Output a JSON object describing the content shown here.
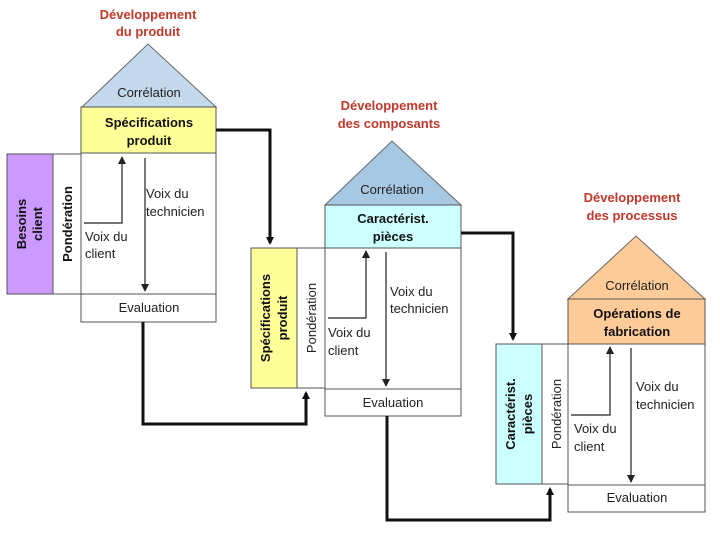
{
  "colors": {
    "roof": "#a6c8e2",
    "roof_stroke": "#5a6b78",
    "title": "#c0392b",
    "yellow": "#ffff99",
    "cyan": "#ccffff",
    "orange": "#ffcc99",
    "purple": "#cc99ff",
    "flow": "#111111"
  },
  "sections": [
    {
      "title_line1": "Développement",
      "title_line2": "du produit",
      "roof": "Corrélation",
      "header_line1": "Spécifications",
      "header_line2": "produit",
      "left_line1": "Besoins",
      "left_line2": "client",
      "left_is_bold": true,
      "weight": "Pondération",
      "weight_is_bold": true,
      "client_voice_line1": "Voix du",
      "client_voice_line2": "client",
      "tech_voice_line1": "Voix du",
      "tech_voice_line2": "technicien",
      "evaluation": "Evaluation"
    },
    {
      "title_line1": "Développement",
      "title_line2": "des composants",
      "roof": "Corrélation",
      "header_line1": "Caractérist.",
      "header_line2": "pièces",
      "left_line1": "Spécifications",
      "left_line2": "produit",
      "left_is_bold": true,
      "weight": "Pondération",
      "weight_is_bold": false,
      "client_voice_line1": "Voix du",
      "client_voice_line2": "client",
      "tech_voice_line1": "Voix du",
      "tech_voice_line2": "technicien",
      "evaluation": "Evaluation"
    },
    {
      "title_line1": "Développement",
      "title_line2": "des processus",
      "roof": "Corrélation",
      "header_line1": "Opérations de",
      "header_line2": "fabrication",
      "left_line1": "Caractérist.",
      "left_line2": "pièces",
      "left_is_bold": true,
      "weight": "Pondération",
      "weight_is_bold": false,
      "client_voice_line1": "Voix du",
      "client_voice_line2": "client",
      "tech_voice_line1": "Voix du",
      "tech_voice_line2": "technicien",
      "evaluation": "Evaluation"
    }
  ]
}
